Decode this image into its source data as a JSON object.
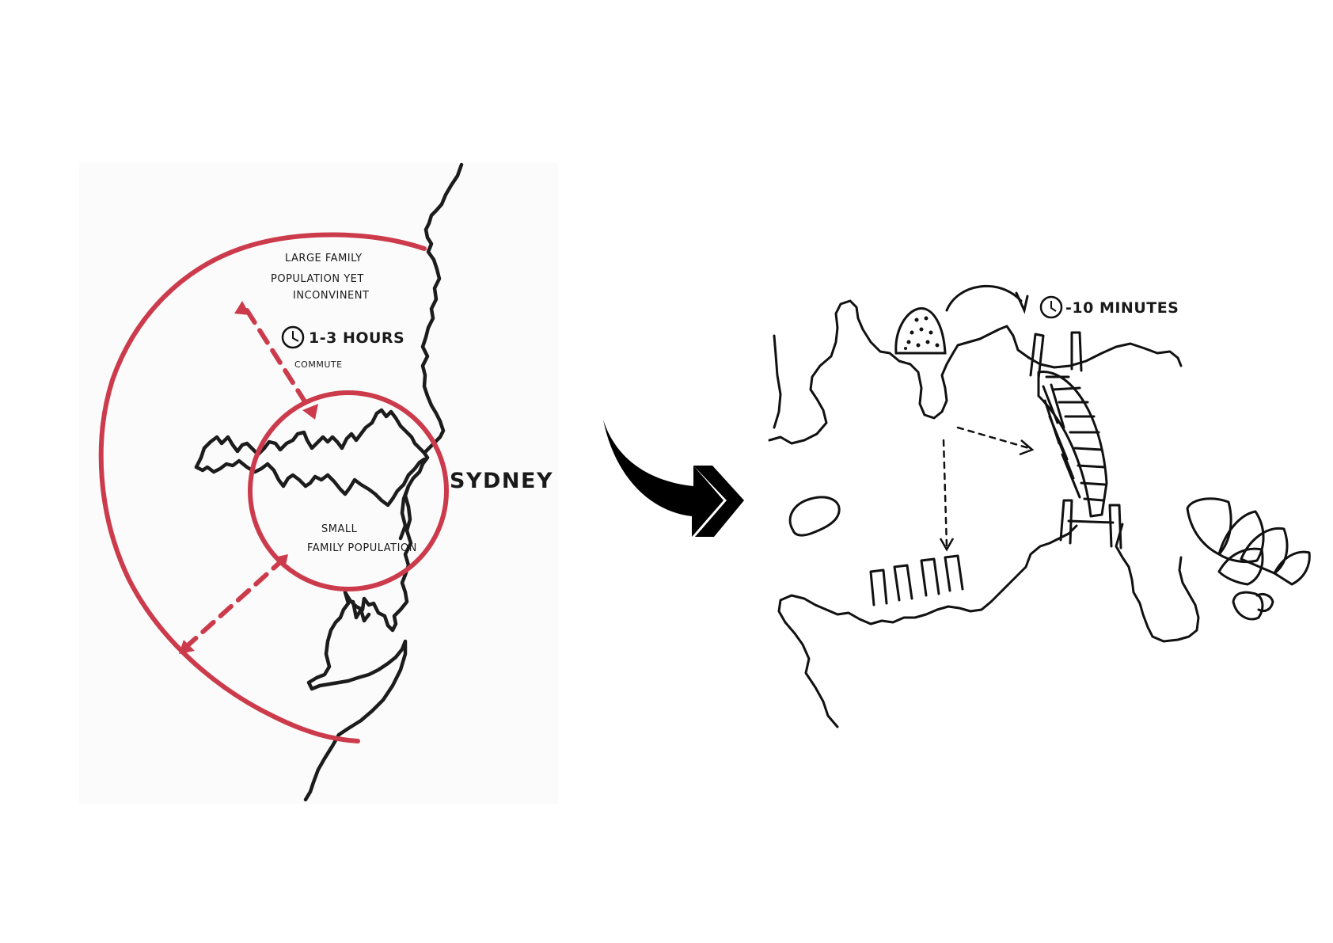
{
  "left_map": {
    "outer_zone_label": [
      "LARGE FAMILY",
      "POPULATION YET",
      "INCONVINENT"
    ],
    "commute_time": "1-3 HOURS",
    "commute_label": "COMMUTE",
    "inner_zone_label": [
      "SMALL",
      "FAMILY POPULATION"
    ],
    "city_label": "SYDNEY",
    "ring_color": "#cc3b4b",
    "clock_icon": "clock-icon"
  },
  "transition": {
    "icon": "chevron-double-right-icon",
    "color": "#000000"
  },
  "right_map": {
    "travel_time": "-10 MINUTES",
    "clock_icon": "clock-icon",
    "landmarks": [
      "dome-icon",
      "harbour-bridge-icon",
      "opera-house-icon"
    ]
  }
}
